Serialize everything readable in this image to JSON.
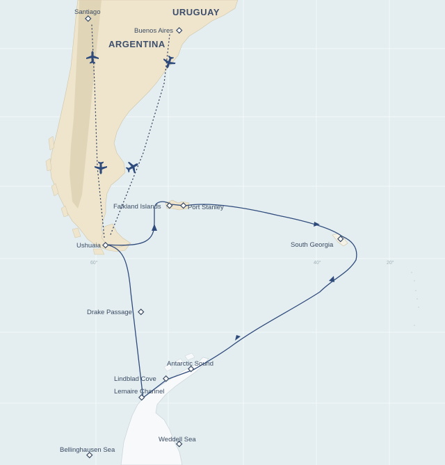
{
  "countries": {
    "argentina": "ARGENTINA",
    "uruguay": "URUGUAY"
  },
  "places": {
    "santiago": "Santiago",
    "buenos_aires": "Buenos Aires",
    "falkland_islands": "Falkland Islands",
    "port_stanley": "Port Stanley",
    "south_georgia": "South Georgia",
    "ushuaia": "Ushuaia",
    "drake_passage": "Drake Passage",
    "antarctic_sound": "Antarctic Sound",
    "lindblad_cove": "Lindblad Cove",
    "lemaire_channel": "Lemaire Channel",
    "weddell_sea": "Weddell Sea",
    "bellinghausen_sea": "Bellinghausen Sea"
  },
  "graticule_labels": {
    "lon_left": "60°",
    "lon_mid": "40°",
    "lon_right": "20°"
  },
  "colors": {
    "ocean": "#e4eef0",
    "land": "#efe5cc",
    "ice": "#f7f9fa",
    "route": "#2f4b7c",
    "label": "#3a4b63"
  },
  "icons": [
    "airplane-icon",
    "route-arrow-icon",
    "location-marker-icon"
  ]
}
